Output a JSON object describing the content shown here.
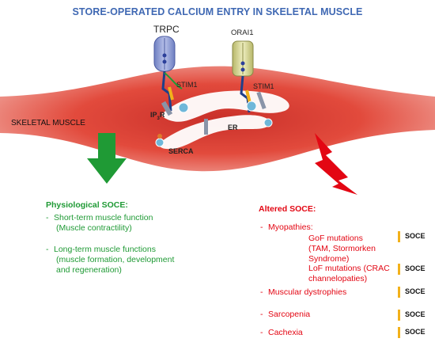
{
  "title": "STORE-OPERATED CALCIUM ENTRY IN SKELETAL MUSCLE",
  "diagram": {
    "muscle_label": "SKELETAL MUSCLE",
    "trpc_label": "TRPC",
    "orai1_label": "ORAI1",
    "stim1_left": "STIM1",
    "stim1_right": "STIM1",
    "ip3r_label": "IP",
    "ip3r_sub": "3",
    "ip3r_suffix": "R",
    "er_label": "ER",
    "serca_label": "SERCA"
  },
  "physiological": {
    "heading": "Physiological  SOCE:",
    "item1_dash": "-",
    "item1_line1": "Short-term muscle function",
    "item1_line2": "(Muscle contractility)",
    "item2_dash": "-",
    "item2_line1": "Long-term muscle functions",
    "item2_line2": "(muscle formation, development",
    "item2_line3": "and regeneration)"
  },
  "altered": {
    "heading": "Altered SOCE:",
    "myopathies": "Myopathies:",
    "gof_line1": "GoF mutations",
    "gof_line2": "(TAM, Stormorken",
    "gof_line3": "Syndrome)",
    "lof_line1": "LoF mutations (CRAC",
    "lof_line2": "channelopaties)",
    "dystrophies": "Muscular dystrophies",
    "sarcopenia": "Sarcopenia",
    "cachexia": "Cachexia",
    "dash": "-",
    "soce_tags": [
      "SOCE",
      "SOCE",
      "SOCE",
      "SOCE",
      "SOCE"
    ]
  },
  "colors": {
    "title": "#3f68b3",
    "physiological": "#1f9a35",
    "altered": "#e30613",
    "soce_bar": "#f2b11b",
    "muscle": "#e8463a"
  }
}
